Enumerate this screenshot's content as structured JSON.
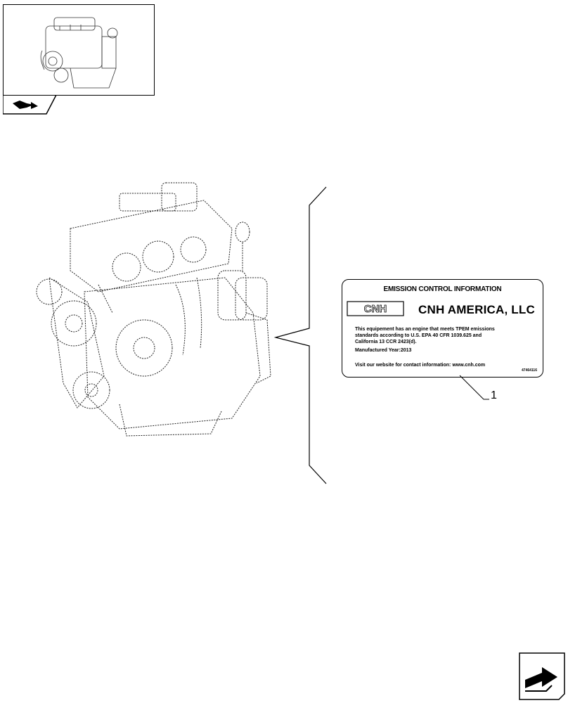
{
  "decal": {
    "title": "EMISSION CONTROL INFORMATION",
    "logo": "CNH",
    "company": "CNH AMERICA, LLC",
    "text_lines": [
      "This equipement has an engine that meets TPEM emissions",
      "standards according to U.S. EPA 40 CFR 1039.625 and",
      "California 13 CCR 2423(d)."
    ],
    "manufactured": "Manufactured Year:2013",
    "website": "Visit our website for contact information: www.cnh.com",
    "part_number": "47464116"
  },
  "callout": {
    "number": "1"
  },
  "icons": {
    "thumbnail": "engine-thumbnail-icon",
    "book": "open-book-arrow-icon",
    "navigation": "next-page-arrow-icon"
  }
}
